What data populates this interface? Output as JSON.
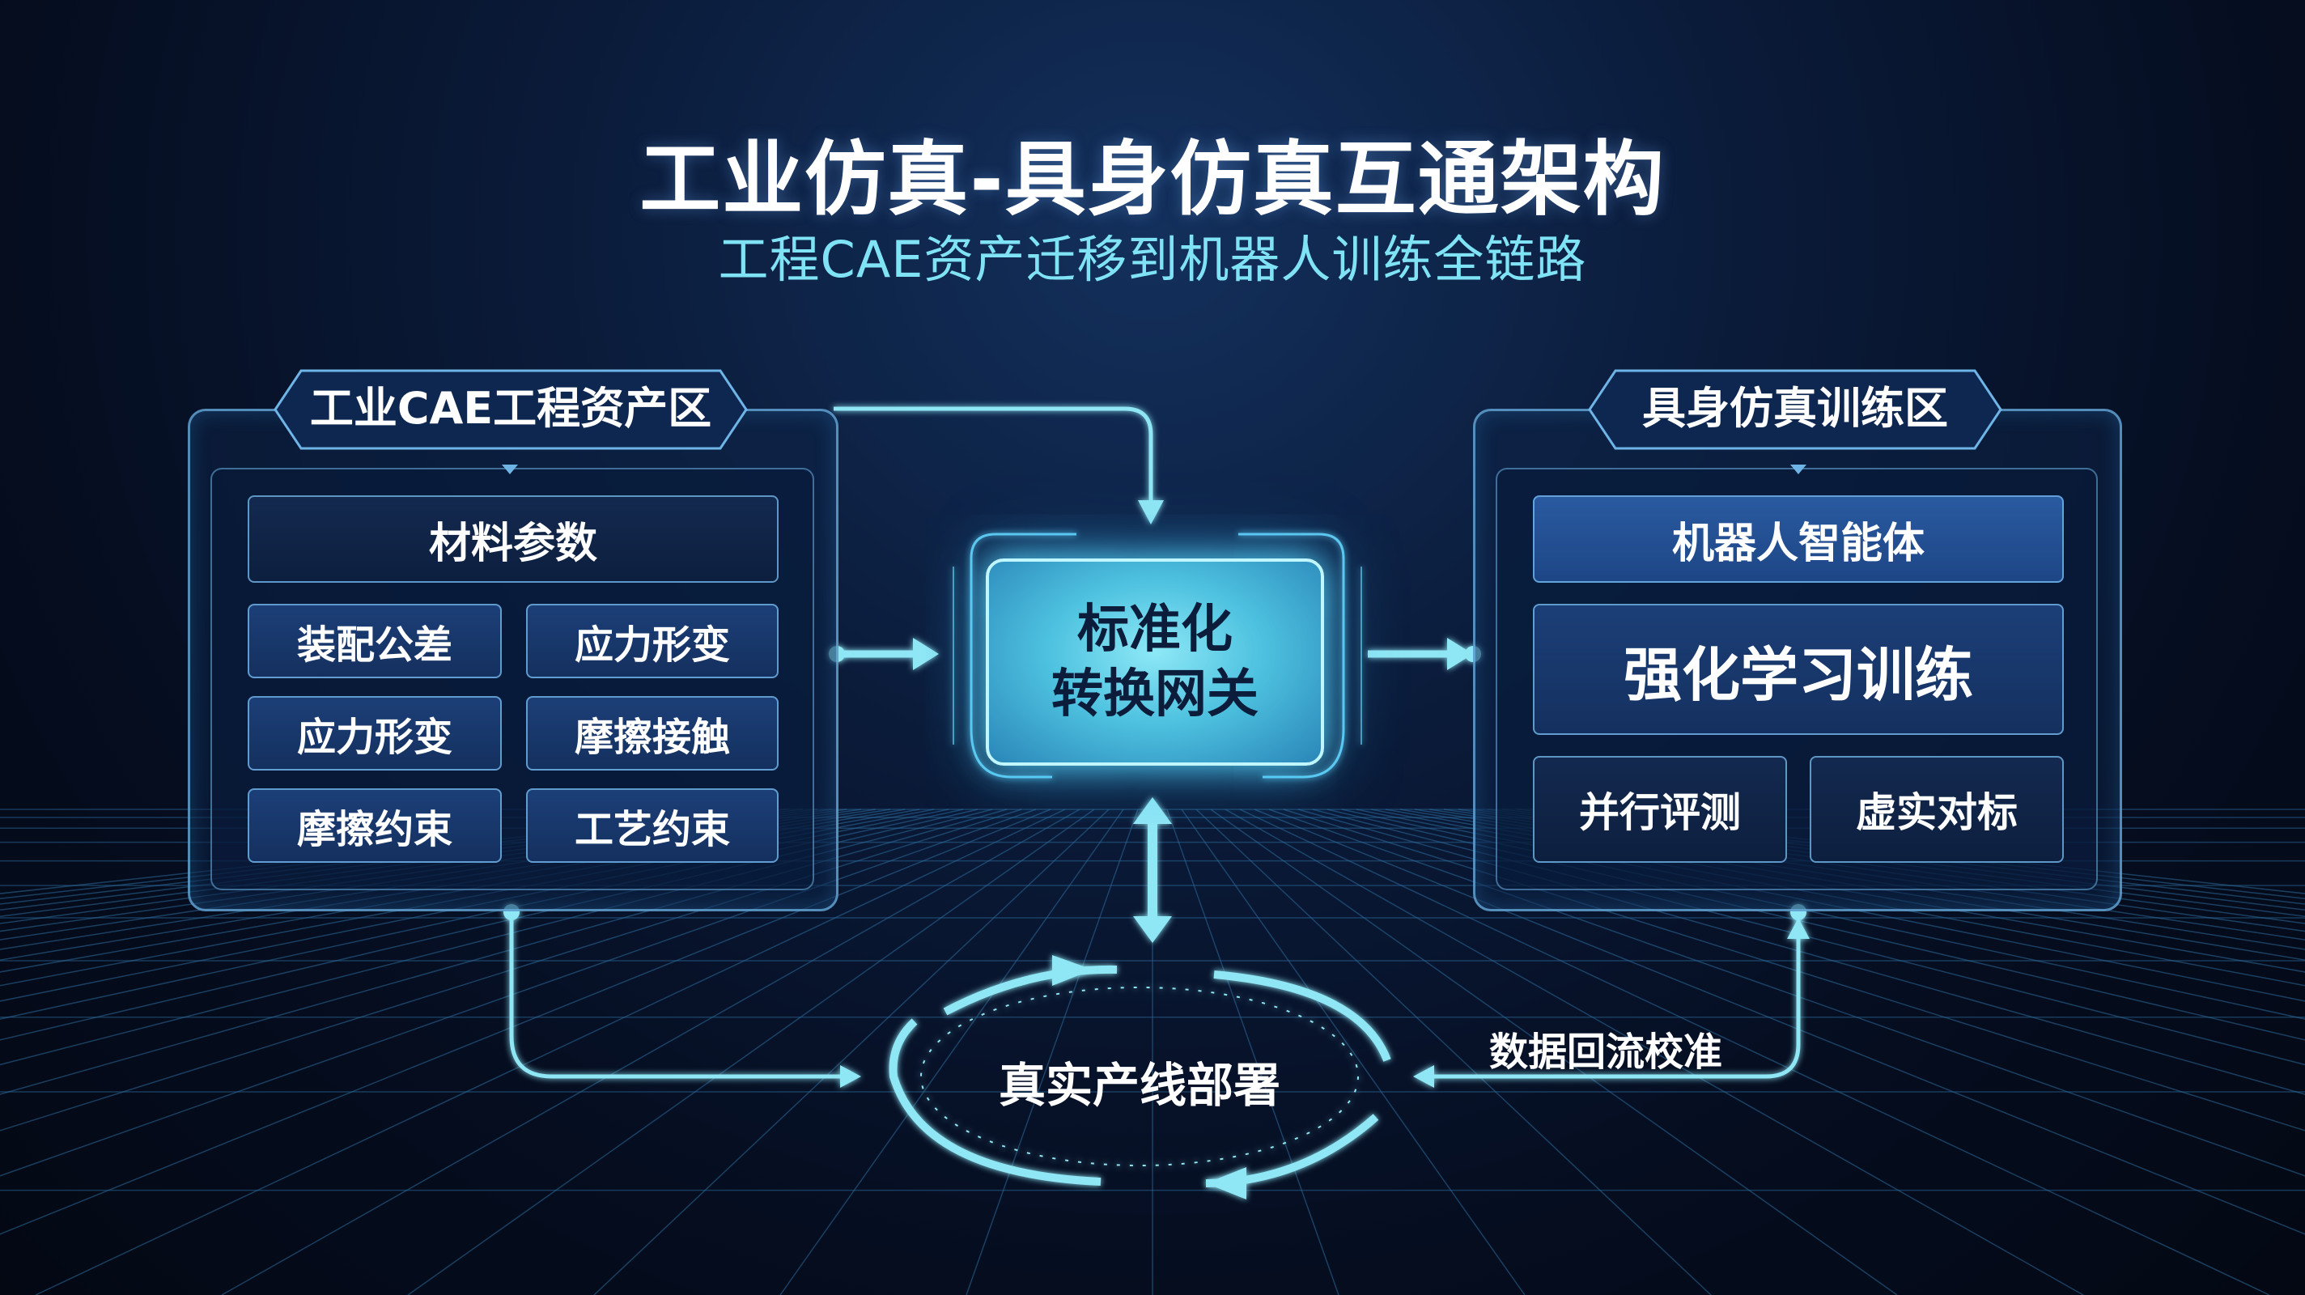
{
  "title": "工业仿真-具身仿真互通架构",
  "subtitle": "工程CAE资产迁移到机器人训练全链路",
  "left_zone": {
    "title": "工业CAE工程资产区",
    "top_item": "材料参数",
    "items": [
      "装配公差",
      "应力形变",
      "应力形变",
      "摩擦接触",
      "摩擦约束",
      "工艺约束"
    ]
  },
  "gateway": {
    "line1": "标准化",
    "line2": "转换网关"
  },
  "right_zone": {
    "title": "具身仿真训练区",
    "top_item": "机器人智能体",
    "main_item": "强化学习训练",
    "bottom_items": [
      "并行评测",
      "虚实对标"
    ]
  },
  "deploy": "真实产线部署",
  "feedback": "数据回流校准",
  "colors": {
    "accent": "#7fe3f5",
    "line": "#8fe6f4",
    "panel_border": "#6eb4e6",
    "gateway_glow": "#5ad7ff",
    "background": "#0a1a38"
  }
}
